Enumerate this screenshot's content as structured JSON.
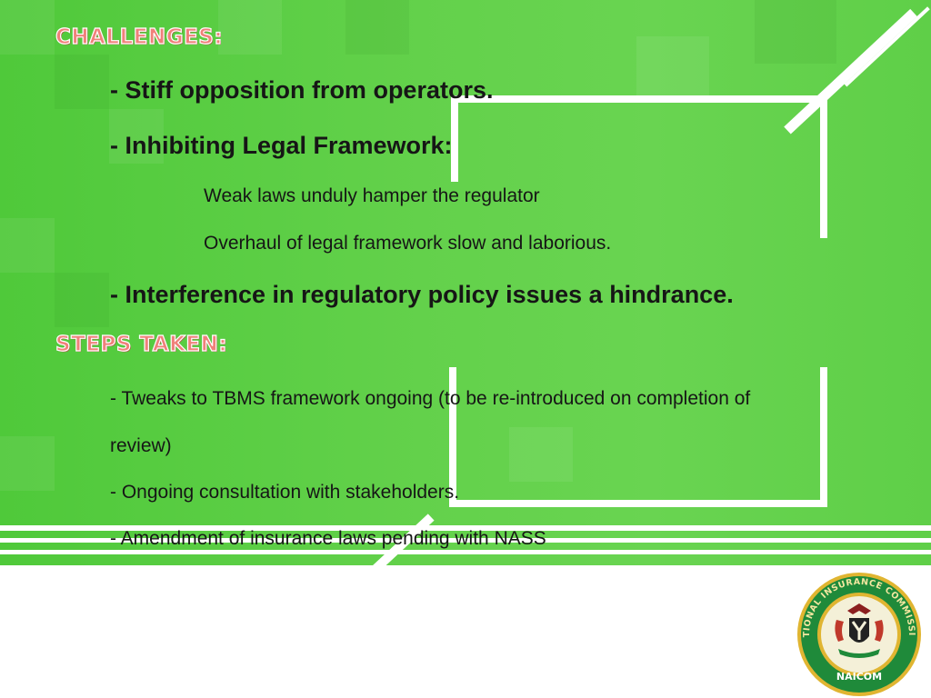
{
  "slide": {
    "challenges_heading": "CHALLENGES:",
    "challenge_1": "- Stiff opposition from operators.",
    "challenge_2": "-  Inhibiting Legal Framework:",
    "challenge_2_sub_1": "Weak laws unduly hamper the regulator",
    "challenge_2_sub_2": "Overhaul of legal framework slow and laborious.",
    "challenge_3": "-  Interference in regulatory policy issues a hindrance.",
    "steps_heading": "STEPS TAKEN:",
    "step_1_line_1": "- Tweaks to TBMS framework ongoing  (to be re-introduced on completion of",
    "step_1_line_2": "review)",
    "step_2": "- Ongoing consultation with stakeholders.",
    "step_3": "- Amendment of insurance laws pending with NASS"
  },
  "seal": {
    "ring_text": "NATIONAL INSURANCE COMMISSION",
    "abbreviation": "NAICOM"
  },
  "colors": {
    "background_green": "#63d14b",
    "heading_fill": "#f0807a",
    "heading_shadow": "#b84a44",
    "body_text": "#161616",
    "seal_green": "#1f8a3a",
    "seal_gold": "#e0b531"
  }
}
